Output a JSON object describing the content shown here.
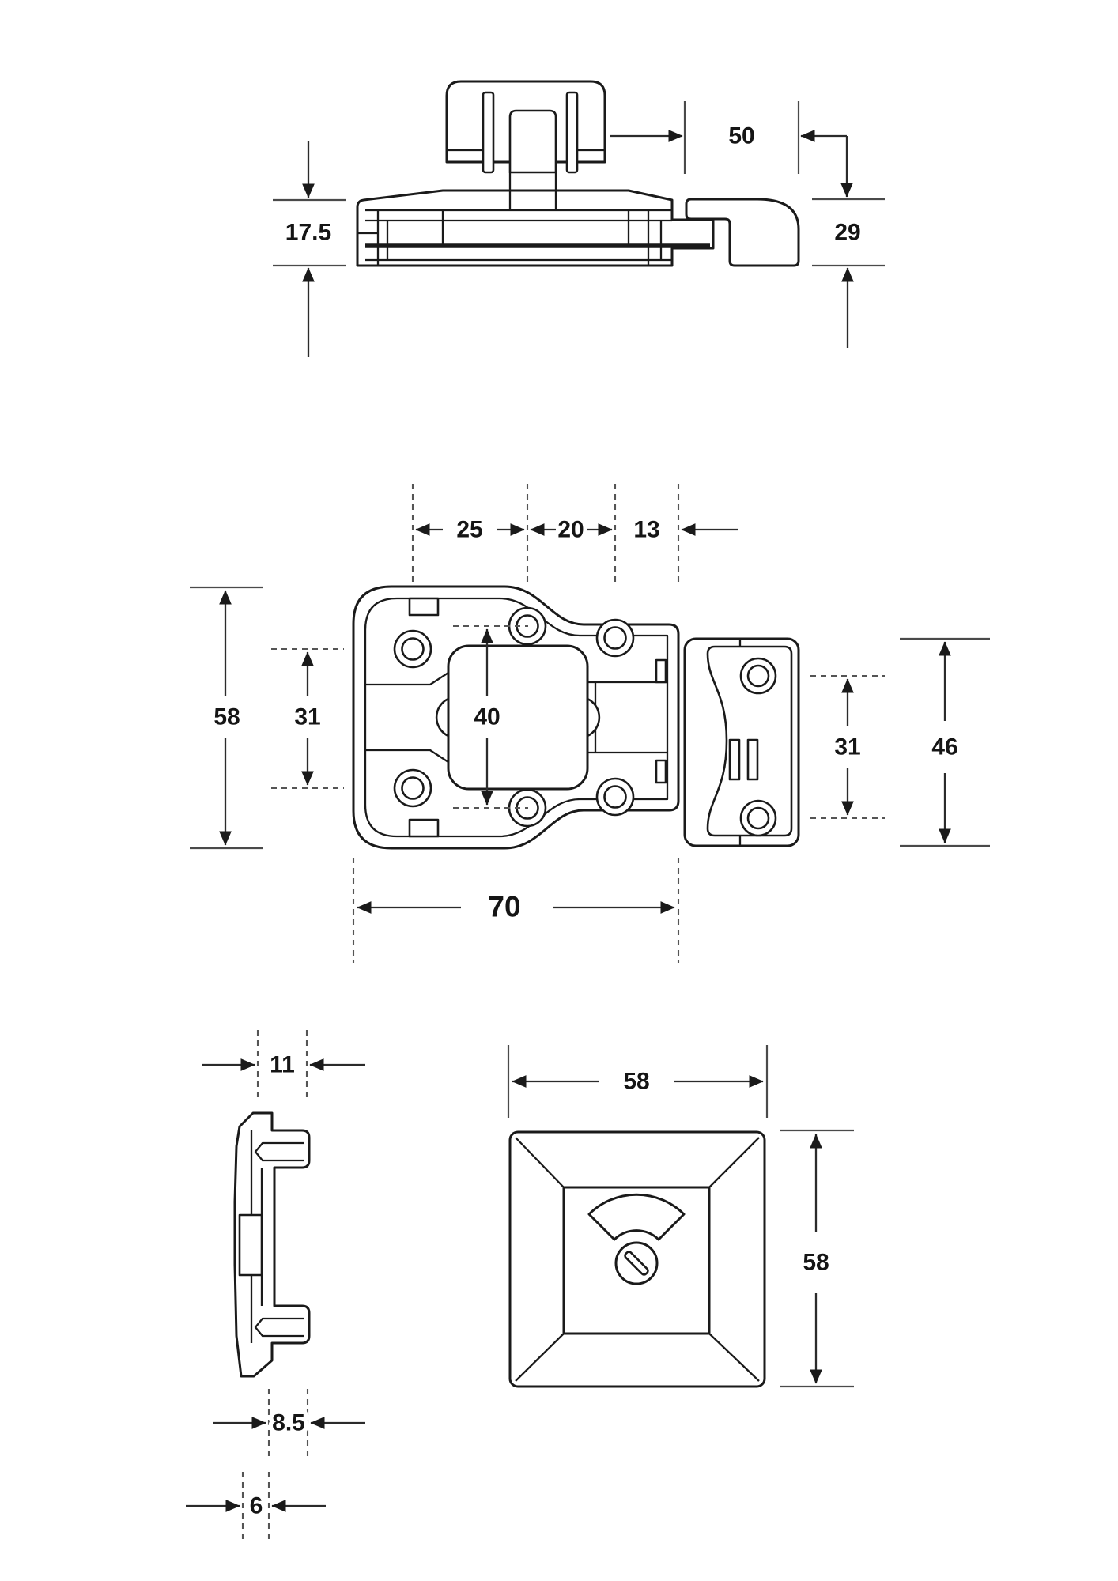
{
  "drawing": {
    "background": "#ffffff",
    "line_color": "#1a1a1a",
    "views": {
      "side_elevation": {
        "dims": {
          "keeper_width": "50",
          "body_height": "17.5",
          "keeper_height": "29"
        }
      },
      "plan": {
        "dims": {
          "hole_pitch_a": "25",
          "hole_pitch_b": "20",
          "edge_offset": "13",
          "body_height": "58",
          "hole_pitch_left": "31",
          "square_cutout": "40",
          "hole_pitch_keeper": "31",
          "keeper_height": "46",
          "body_width": "70"
        }
      },
      "end_profile": {
        "dims": {
          "depth": "11",
          "lug_depth": "8.5",
          "plate_thickness": "6"
        }
      },
      "cover_face": {
        "dims": {
          "width": "58",
          "height": "58"
        }
      }
    }
  }
}
